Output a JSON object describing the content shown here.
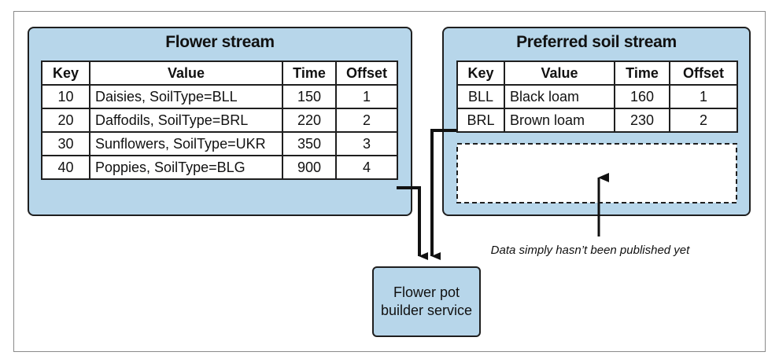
{
  "flower_stream": {
    "title": "Flower stream",
    "columns": [
      "Key",
      "Value",
      "Time",
      "Offset"
    ],
    "rows": [
      [
        "10",
        "Daisies, SoilType=BLL",
        "150",
        "1"
      ],
      [
        "20",
        "Daffodils, SoilType=BRL",
        "220",
        "2"
      ],
      [
        "30",
        "Sunflowers, SoilType=UKR",
        "350",
        "3"
      ],
      [
        "40",
        "Poppies, SoilType=BLG",
        "900",
        "4"
      ]
    ]
  },
  "soil_stream": {
    "title": "Preferred soil stream",
    "columns": [
      "Key",
      "Value",
      "Time",
      "Offset"
    ],
    "rows": [
      [
        "BLL",
        "Black loam",
        "160",
        "1"
      ],
      [
        "BRL",
        "Brown loam",
        "230",
        "2"
      ]
    ]
  },
  "service": {
    "line1": "Flower pot",
    "line2": "builder service"
  },
  "annotation": "Data simply hasn’t been published yet",
  "colors": {
    "panel_fill": "#b7d6ea",
    "stroke": "#1f1f1f"
  }
}
